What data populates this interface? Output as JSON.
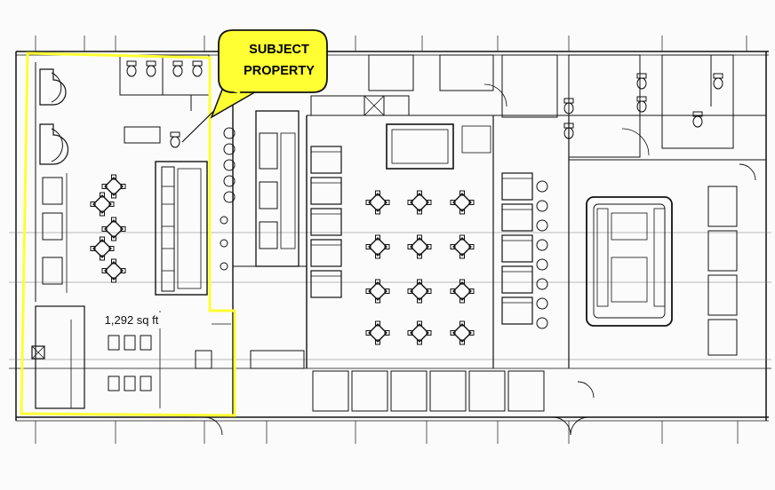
{
  "callout": {
    "line1": "SUBJECT",
    "line2": "PROPERTY",
    "fill_color": "#ffff33",
    "stroke_color": "#111111"
  },
  "subject_area": {
    "label": "1,292 sq ft",
    "outline_color": "#ffff33"
  },
  "icons": [
    "table-chair-set",
    "booth-seat",
    "toilet",
    "sink",
    "door-swing",
    "kitchen-equipment"
  ]
}
